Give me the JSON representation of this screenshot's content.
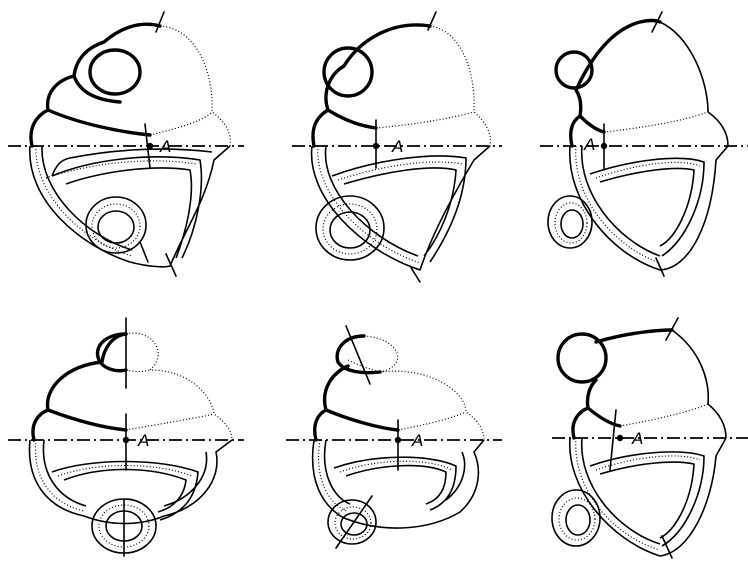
{
  "panels": [
    {
      "id": 1,
      "point_label": "A"
    },
    {
      "id": 2,
      "point_label": "A"
    },
    {
      "id": 3,
      "point_label": "A"
    },
    {
      "id": 4,
      "point_label": "A"
    },
    {
      "id": 5,
      "point_label": "A"
    },
    {
      "id": 6,
      "point_label": "A"
    }
  ]
}
